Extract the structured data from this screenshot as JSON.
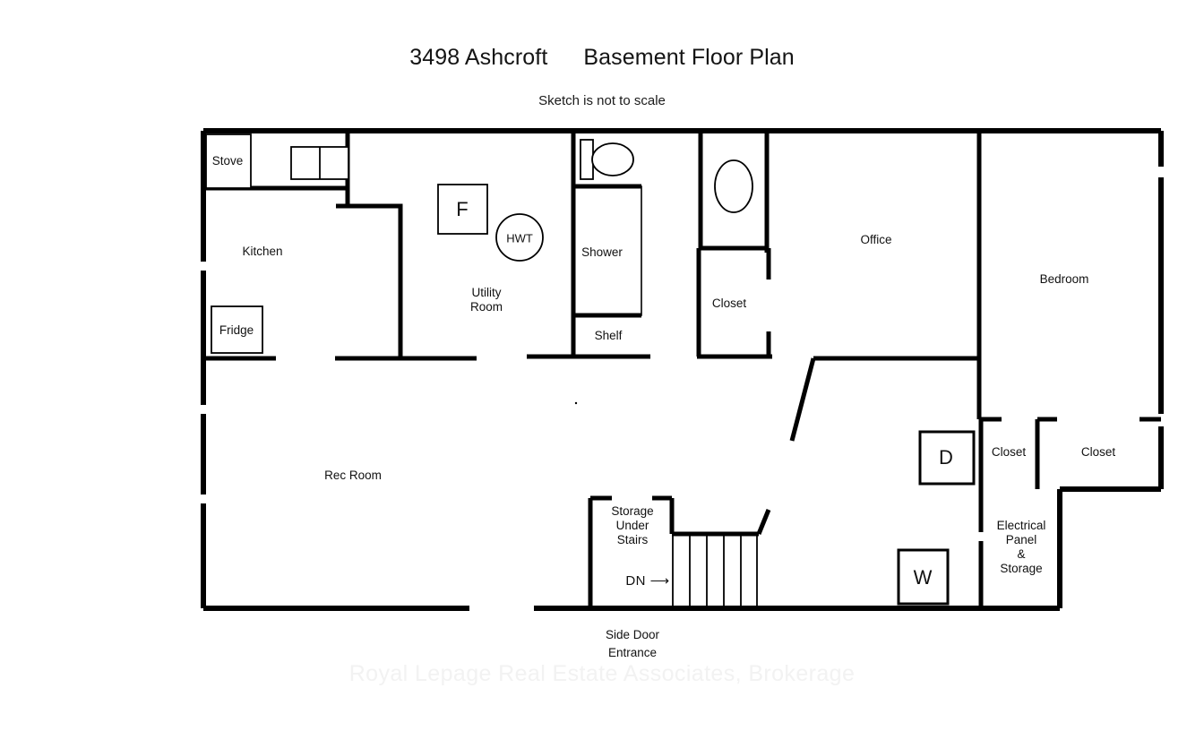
{
  "header": {
    "address": "3498 Ashcroft",
    "plan_title": "Basement Floor Plan",
    "subtitle": "Sketch is not to scale"
  },
  "watermark": "Royal Lepage Real Estate Associates, Brokerage",
  "rooms": {
    "kitchen": "Kitchen",
    "utility_room": "Utility\nRoom",
    "shower": "Shower",
    "shelf": "Shelf",
    "closet_bath": "Closet",
    "office": "Office",
    "bedroom": "Bedroom",
    "rec_room": "Rec Room",
    "closet_small": "Closet",
    "closet_large": "Closet",
    "electrical": "Electrical\nPanel\n&\nStorage",
    "storage_under_stairs": "Storage\nUnder\nStairs"
  },
  "fixtures": {
    "stove": "Stove",
    "fridge": "Fridge",
    "furnace": "F",
    "hot_water_tank": "HWT",
    "dryer": "D",
    "washer": "W"
  },
  "annotations": {
    "down_arrow": "DN  ⟶",
    "side_door": "Side Door\nEntrance"
  },
  "colors": {
    "wall": "#000000",
    "fixture_outline": "#000000",
    "background": "#ffffff",
    "watermark": "#f2f2f2",
    "text": "#111111"
  }
}
